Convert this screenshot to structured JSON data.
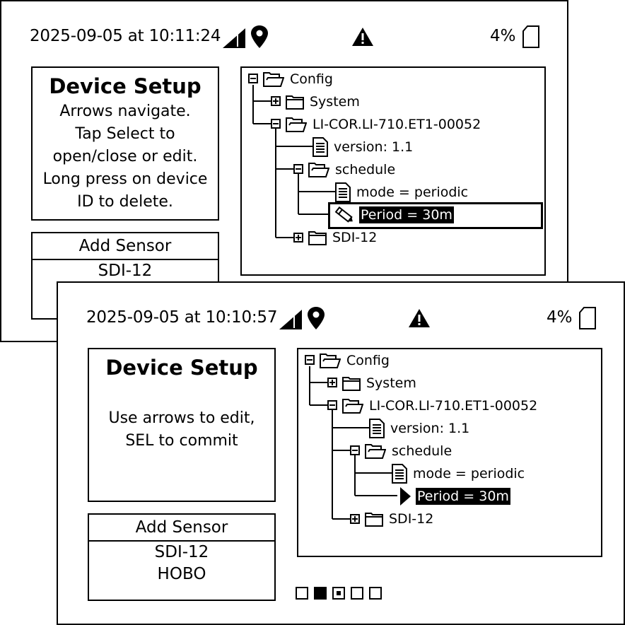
{
  "screens": {
    "back": {
      "status": {
        "time": "2025-09-05 at 10:11:24",
        "battery": "4%"
      },
      "setup": {
        "title": "Device Setup",
        "lines": [
          "Arrows navigate.",
          "Tap Select to",
          "open/close or edit.",
          "Long press on device",
          "ID to delete."
        ]
      },
      "sensor": {
        "header": "Add Sensor",
        "items": [
          "SDI-12"
        ]
      },
      "tree": {
        "config": "Config",
        "system": "System",
        "device": "LI-COR.LI-710.ET1-00052",
        "version": "version: 1.1",
        "schedule": "schedule",
        "mode": "mode = periodic",
        "period": "Period = 30m",
        "sdi": "SDI-12"
      }
    },
    "front": {
      "status": {
        "time": "2025-09-05 at 10:10:57",
        "battery": "4%"
      },
      "setup": {
        "title": "Device Setup",
        "lines": [
          "Use arrows to edit,",
          "SEL to commit"
        ]
      },
      "sensor": {
        "header": "Add Sensor",
        "items": [
          "SDI-12",
          "HOBO"
        ]
      },
      "tree": {
        "config": "Config",
        "system": "System",
        "device": "LI-COR.LI-710.ET1-00052",
        "version": "version: 1.1",
        "schedule": "schedule",
        "mode": "mode = periodic",
        "period": "Period = 30m",
        "sdi": "SDI-12"
      },
      "pager": {
        "count": 5,
        "active_index": 1,
        "marked_index": 2
      }
    }
  },
  "icons": [
    "signal-icon",
    "location-pin-icon",
    "warning-icon",
    "battery-icon",
    "folder-icon",
    "document-icon",
    "pencil-icon",
    "play-arrow-icon"
  ]
}
